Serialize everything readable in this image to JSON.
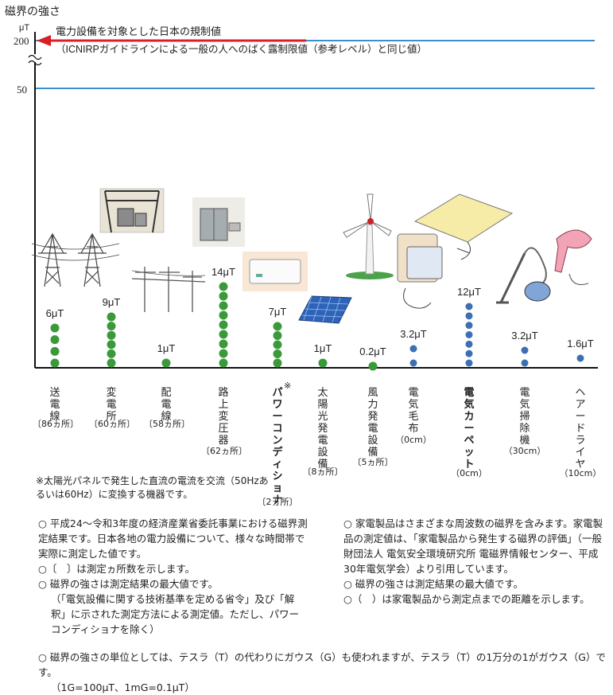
{
  "chart_data": {
    "type": "scatter",
    "ylabel": "磁界の強さ",
    "yunit": "μT",
    "yticks": [
      "200",
      "50"
    ],
    "reference_line": {
      "value": 200,
      "label": "電力設備を対象とした日本の規制値",
      "sublabel": "（ICNIRPガイドラインによる一般の人へのばく露制限値（参考レベル）と同じ値）"
    },
    "series": [
      {
        "name": "電力設備",
        "color": "#3a9a3a"
      },
      {
        "name": "家電製品",
        "color": "#3d6fb5"
      }
    ],
    "categories": [
      {
        "label": "送電線",
        "value_label": "6μT",
        "value": 6,
        "count": "〔86ヵ所〕",
        "group": "電力設備"
      },
      {
        "label": "変電所",
        "value_label": "9μT",
        "value": 9,
        "count": "〔60ヵ所〕",
        "group": "電力設備"
      },
      {
        "label": "配電線",
        "value_label": "1μT",
        "value": 1,
        "count": "〔58ヵ所〕",
        "group": "電力設備"
      },
      {
        "label": "路上変圧器",
        "value_label": "14μT",
        "value": 14,
        "count": "〔62ヵ所〕",
        "group": "電力設備"
      },
      {
        "label": "パワーコンディショナ",
        "value_label": "7μT",
        "value": 7,
        "count": "〔2ヵ所〕",
        "group": "電力設備",
        "mark": "※"
      },
      {
        "label": "太陽光発電設備",
        "value_label": "1μT",
        "value": 1,
        "count": "〔8ヵ所〕",
        "group": "電力設備"
      },
      {
        "label": "風力発電設備",
        "value_label": "0.2μT",
        "value": 0.2,
        "count": "〔5ヵ所〕",
        "group": "電力設備"
      },
      {
        "label": "電気毛布",
        "value_label": "3.2μT",
        "value": 3.2,
        "count": "（0cm）",
        "group": "家電製品"
      },
      {
        "label": "電気カーペット",
        "value_label": "12μT",
        "value": 12,
        "count": "（0cm）",
        "group": "家電製品"
      },
      {
        "label": "電気掃除機",
        "value_label": "3.2μT",
        "value": 3.2,
        "count": "（30cm）",
        "group": "家電製品"
      },
      {
        "label": "ヘアードライヤ",
        "value_label": "1.6μT",
        "value": 1.6,
        "count": "（10cm）",
        "group": "家電製品"
      }
    ]
  },
  "notes": {
    "pcs_note": "※太陽光パネルで発生した直流の電流を交流（50Hzあるいは60Hz）に変換する機器です。",
    "left": [
      "○ 平成24～令和3年度の経済産業省委託事業における磁界測定結果です。日本各地の電力設備について、様々な時間帯で実際に測定した値です。",
      "○〔　〕は測定ヵ所数を示します。",
      "○ 磁界の強さは測定結果の最大値です。",
      "（「電気設備に関する技術基準を定める省令」及び「解釈」に示された測定方法による測定値。ただし、パワーコンディショナを除く）"
    ],
    "right": [
      "○ 家電製品はさまざまな周波数の磁界を含みます。家電製品の測定値は、「家電製品から発生する磁界の評価」（一般財団法人 電気安全環境研究所 電磁界情報センター、平成30年電気学会）より引用しています。",
      "○ 磁界の強さは測定結果の最大値です。",
      "○（　）は家電製品から測定点までの距離を示します。"
    ],
    "bottom": "○ 磁界の強さの単位としては、テスラ（T）の代わりにガウス（G）も使われますが、テスラ（T）の1万分の1がガウス（G）です。",
    "bottom2": "（1G=100μT、1mG=0.1μT）"
  },
  "colors": {
    "reference": "#d81f26",
    "gridline": "#3a8fd0",
    "axis": "#111111"
  }
}
